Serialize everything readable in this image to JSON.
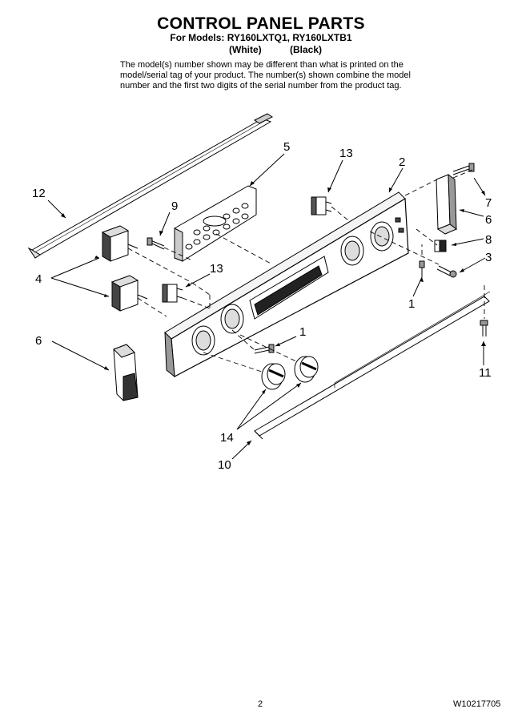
{
  "header": {
    "title": "CONTROL PANEL PARTS",
    "models": "For Models: RY160LXTQ1, RY160LXTB1",
    "color_white": "(White)",
    "color_black": "(Black)",
    "note": "The model(s) number shown may be different than what is printed on the model/serial tag of your product. The number(s) shown combine the model number and the first two digits of the serial number from the product tag."
  },
  "callouts": {
    "c12": "12",
    "c5": "5",
    "c13a": "13",
    "c2": "2",
    "c7": "7",
    "c9": "9",
    "c6a": "6",
    "c8": "8",
    "c4": "4",
    "c13b": "13",
    "c3": "3",
    "c1a": "1",
    "c1b": "1",
    "c6b": "6",
    "c11": "11",
    "c14": "14",
    "c10": "10"
  },
  "footer": {
    "page_number": "2",
    "doc_number": "W10217705"
  }
}
